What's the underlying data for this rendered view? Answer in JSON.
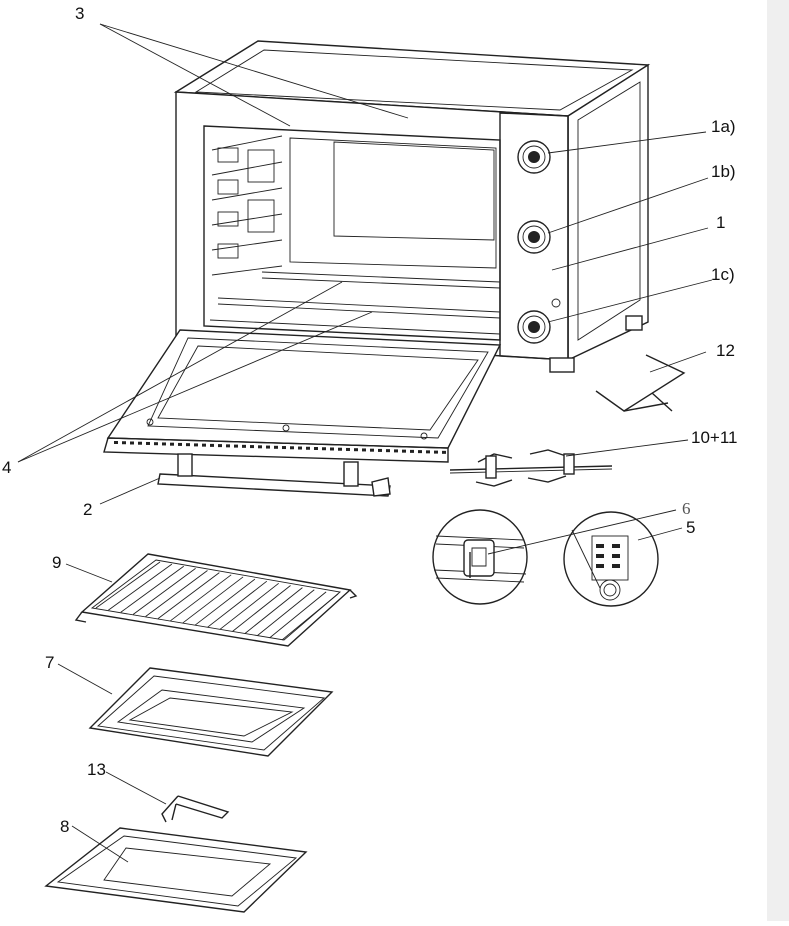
{
  "figure": {
    "callouts": {
      "c1a": "1a)",
      "c1b": "1b)",
      "c1": "1",
      "c1c": "1c)",
      "c2": "2",
      "c3": "3",
      "c4": "4",
      "c5": "5",
      "c6": "6",
      "c7": "7",
      "c8": "8",
      "c9": "9",
      "c10_11": "10+11",
      "c12": "12",
      "c13": "13"
    }
  },
  "colors": {
    "line": "#222222",
    "background": "#ffffff",
    "side_strip": "#efefef"
  }
}
